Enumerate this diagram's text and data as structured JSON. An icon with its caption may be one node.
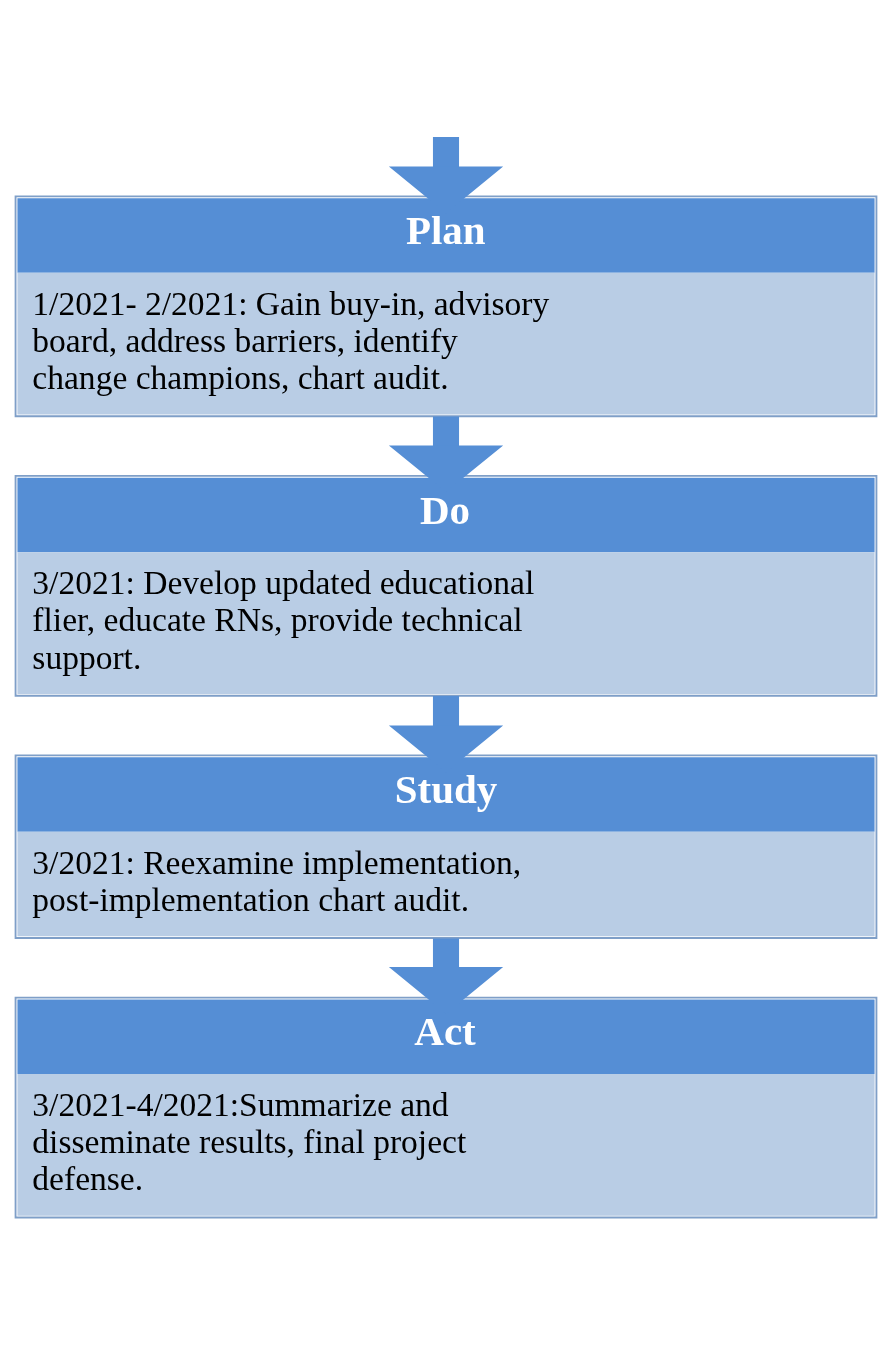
{
  "diagram": {
    "nodes": [
      {
        "text": [
          "Plan",
          "1/2021- 2/2021: Gain buy-in, advisory board, address barriers, identify change champions, chart audit."
        ]
      },
      {
        "text": [
          "Do",
          "3/2021: Develop updated educational flier, educate RNs, provide technical support."
        ]
      },
      {
        "text": [
          "Study",
          "3/2021: Reexamine implementation, post-implementation chart audit."
        ]
      },
      {
        "text": [
          "Act",
          "3/2021-4/2021:Summarize and disseminate results, final project defense."
        ]
      }
    ],
    "edges": [
      {
        "from": null,
        "to": 0,
        "arrow": "to"
      },
      {
        "from": 0,
        "to": 1,
        "arrow": "to"
      },
      {
        "from": 1,
        "to": 2,
        "arrow": "to"
      },
      {
        "from": 2,
        "to": 3,
        "arrow": "to"
      }
    ]
  }
}
